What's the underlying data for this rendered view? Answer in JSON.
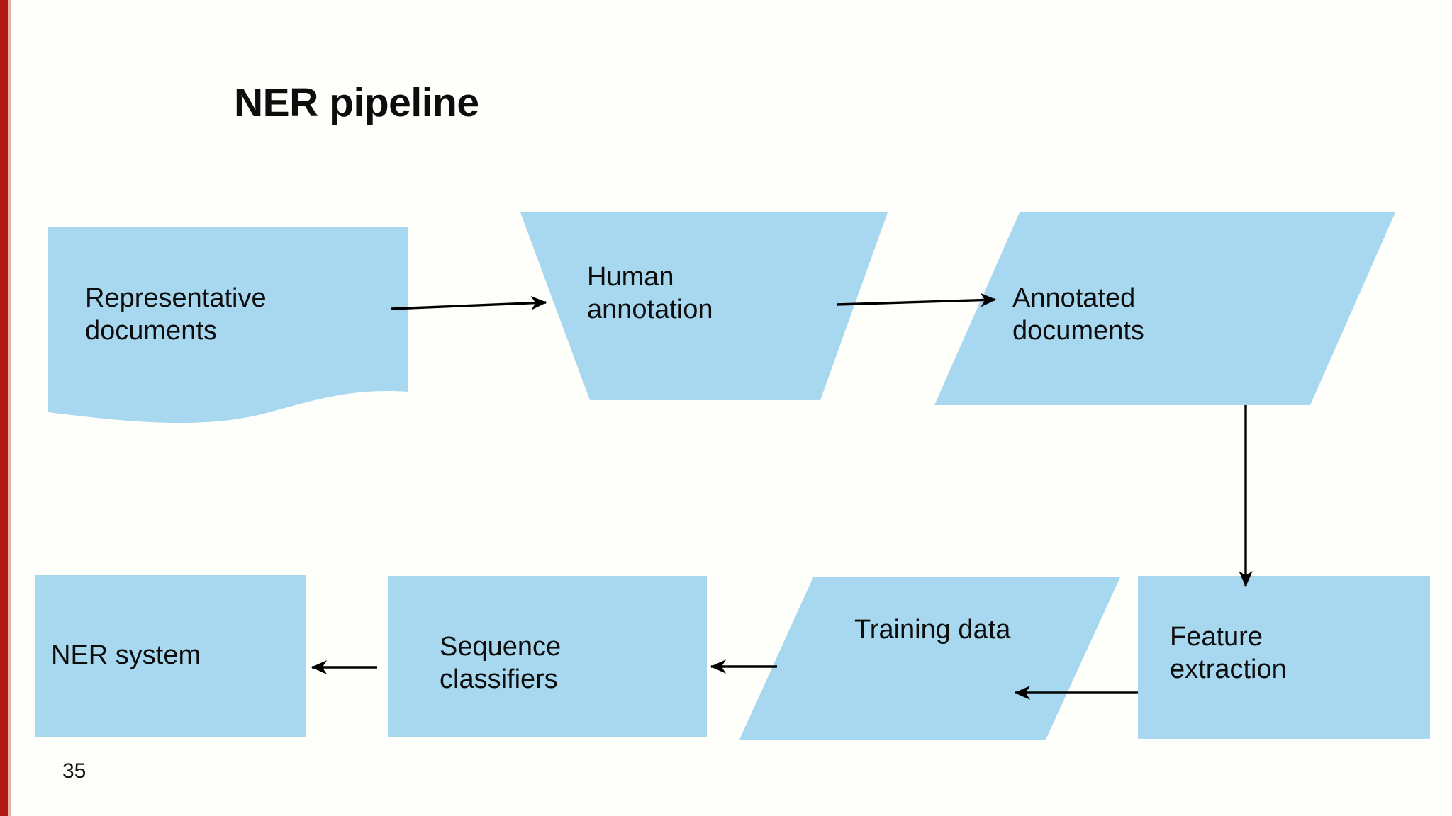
{
  "slide": {
    "title": "NER pipeline",
    "slide_number": "35",
    "accent_color": "#B01A10",
    "node_fill_color": "#A8D8EF",
    "text_color": "#0D0D0D",
    "background_color": "#FFFFFF",
    "arrow_color": "#000000"
  },
  "diagram": {
    "type": "flowchart",
    "nodes": [
      {
        "id": "representative-documents",
        "label": "Representative\ndocuments",
        "shape": "document",
        "row": "top",
        "order": 1
      },
      {
        "id": "human-annotation",
        "label": "Human\nannotation",
        "shape": "trapezoid",
        "row": "top",
        "order": 2
      },
      {
        "id": "annotated-documents",
        "label": "Annotated\ndocuments",
        "shape": "parallelogram",
        "row": "top",
        "order": 3
      },
      {
        "id": "feature-extraction",
        "label": "Feature\nextraction",
        "shape": "rectangle",
        "row": "bottom",
        "order": 4
      },
      {
        "id": "training-data",
        "label": "Training data",
        "shape": "parallelogram",
        "row": "bottom",
        "order": 5
      },
      {
        "id": "sequence-classifiers",
        "label": "Sequence\nclassifiers",
        "shape": "rectangle",
        "row": "bottom",
        "order": 6
      },
      {
        "id": "ner-system",
        "label": "NER system",
        "shape": "rectangle",
        "row": "bottom",
        "order": 7
      }
    ],
    "edges": [
      {
        "id": "edge-1",
        "from": "representative-documents",
        "to": "human-annotation",
        "direction": "right"
      },
      {
        "id": "edge-2",
        "from": "human-annotation",
        "to": "annotated-documents",
        "direction": "right"
      },
      {
        "id": "edge-3",
        "from": "annotated-documents",
        "to": "feature-extraction",
        "direction": "down"
      },
      {
        "id": "edge-4",
        "from": "feature-extraction",
        "to": "training-data",
        "direction": "left"
      },
      {
        "id": "edge-5",
        "from": "training-data",
        "to": "sequence-classifiers",
        "direction": "left"
      },
      {
        "id": "edge-6",
        "from": "sequence-classifiers",
        "to": "ner-system",
        "direction": "left"
      }
    ]
  }
}
